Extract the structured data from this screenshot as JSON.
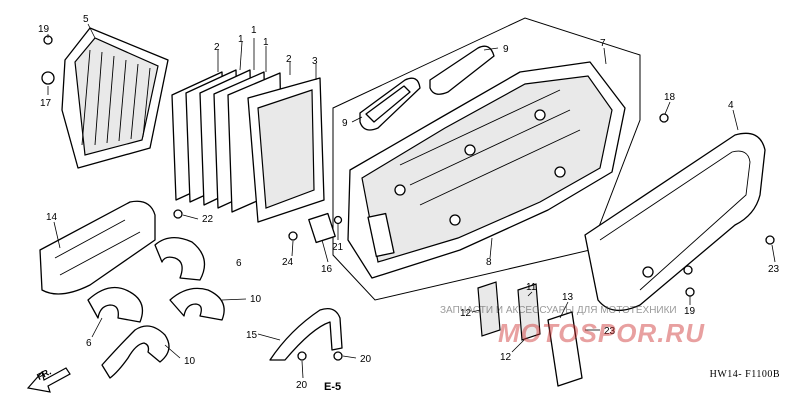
{
  "diagram": {
    "callouts": {
      "c5": "5",
      "c19a": "19",
      "c17": "17",
      "c2a": "2",
      "c1a": "1",
      "c1b": "1",
      "c1c": "1",
      "c2b": "2",
      "c3": "3",
      "c9a": "9",
      "c9b": "9",
      "c7": "7",
      "c18a": "18",
      "c4": "4",
      "c14": "14",
      "c22": "22",
      "c6a": "6",
      "c24": "24",
      "c16": "16",
      "c21": "21",
      "c10a": "10",
      "c6b": "6",
      "c10b": "10",
      "c15": "15",
      "c20a": "20",
      "c20b": "20",
      "c8": "8",
      "c11": "11",
      "c12a": "12",
      "c12b": "12",
      "c13": "13",
      "c19b": "19",
      "c23a": "23",
      "c23b": "23"
    },
    "ref_label": "E-5",
    "front_label": "FR.",
    "figure_code": "HW14- F1100B",
    "watermark_top": "ЗАПЧАСТИ И АКСЕССУАРЫ ДЛЯ МОТОТЕХНИКИ",
    "watermark_logo": "MOTOSPOR.RU",
    "colors": {
      "line": "#000000",
      "background": "#ffffff",
      "watermark_logo": "#cd2d2d"
    }
  }
}
